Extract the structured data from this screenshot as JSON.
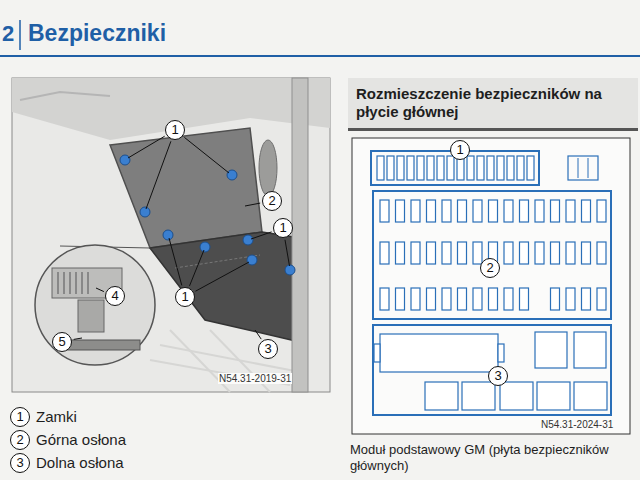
{
  "diagram": {
    "title": "Bezpieczniki",
    "caption": "Moduł podstawowy GM (płyta bezpieczników głównych)",
    "nodes": [
      {
        "text": [
          "Rozmieszczenie bezpieczników na płycie głównej"
        ]
      },
      {
        "text": [
          "1"
        ]
      },
      {
        "text": [
          "2"
        ]
      },
      {
        "text": [
          "3"
        ]
      }
    ],
    "labels": [
      "2",
      "1",
      "2",
      "1",
      "1",
      "3",
      "4",
      "5",
      "N54.31-2019-31",
      "1",
      "Zamki",
      "2",
      "Górna osłona",
      "3",
      "Dolna osłona",
      "N54.31-2024-31"
    ]
  }
}
